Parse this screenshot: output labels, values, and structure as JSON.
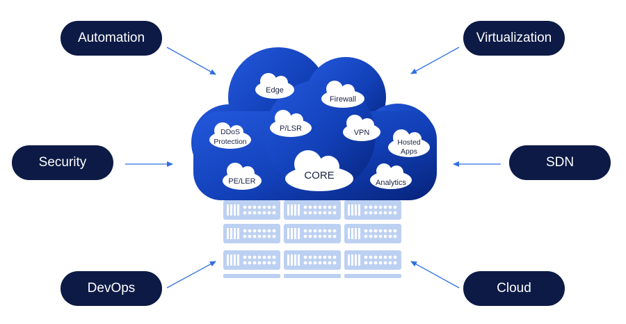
{
  "categories": {
    "automation": "Automation",
    "virtualization": "Virtualization",
    "security": "Security",
    "sdn": "SDN",
    "devops": "DevOps",
    "cloud": "Cloud"
  },
  "services": {
    "edge": "Edge",
    "firewall": "Firewall",
    "ddos_line1": "DDoS",
    "ddos_line2": "Protection",
    "plsr": "P/LSR",
    "vpn": "VPN",
    "hosted_line1": "Hosted",
    "hosted_line2": "Apps",
    "peler": "PE/LER",
    "core": "CORE",
    "analytics": "Analytics"
  },
  "colors": {
    "pill": "#0c1a45",
    "cloud_dark": "#06237a",
    "cloud_light": "#1f53d8",
    "arrow": "#2f6fe0",
    "server": "#bcd0f2"
  }
}
